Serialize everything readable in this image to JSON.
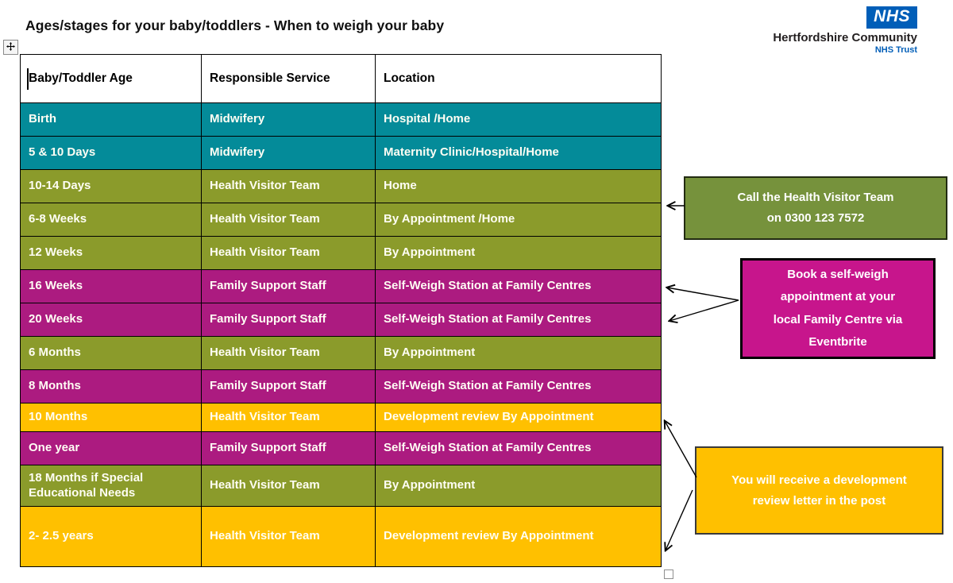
{
  "title": "Ages/stages for your baby/toddlers - When to weigh your baby",
  "logo": {
    "nhs": "NHS",
    "org": "Hertfordshire Community",
    "trust": "NHS Trust"
  },
  "colors": {
    "teal": "#048B99",
    "olive": "#8B9B2B",
    "magenta": "#AC1B80",
    "gold": "#FFC000",
    "callout_green": "#76923C",
    "callout_magenta": "#C7158C",
    "callout_gold": "#FFC000",
    "nhs_blue": "#005EB8"
  },
  "icons": {
    "move_handle": "four-arrow-move-icon",
    "resize_handle": "table-resize-square"
  },
  "table": {
    "headers": [
      "Baby/Toddler Age",
      "Responsible Service",
      "Location"
    ],
    "rows": [
      {
        "age": "Birth",
        "service": "Midwifery",
        "location": "Hospital /Home",
        "color": "teal"
      },
      {
        "age": "5 & 10 Days",
        "service": "Midwifery",
        "location": "Maternity Clinic/Hospital/Home",
        "color": "teal"
      },
      {
        "age": "10-14 Days",
        "service": "Health Visitor Team",
        "location": "Home",
        "color": "olive"
      },
      {
        "age": "6-8 Weeks",
        "service": "Health Visitor Team",
        "location": "By Appointment /Home",
        "color": "olive"
      },
      {
        "age": "12 Weeks",
        "service": "Health Visitor Team",
        "location": "By Appointment",
        "color": "olive"
      },
      {
        "age": "16 Weeks",
        "service": "Family Support Staff",
        "location": "Self-Weigh Station at Family Centres",
        "color": "magenta"
      },
      {
        "age": "20 Weeks",
        "service": "Family Support Staff",
        "location": "Self-Weigh Station at Family Centres",
        "color": "magenta"
      },
      {
        "age": "6 Months",
        "service": "Health Visitor Team",
        "location": "By Appointment",
        "color": "olive"
      },
      {
        "age": "8 Months",
        "service": "Family Support Staff",
        "location": "Self-Weigh Station at Family Centres",
        "color": "magenta"
      },
      {
        "age": "10 Months",
        "service": "Health Visitor Team",
        "location": "Development review By Appointment",
        "color": "gold"
      },
      {
        "age": "One year",
        "service": "Family Support Staff",
        "location": "Self-Weigh Station at Family Centres",
        "color": "magenta"
      },
      {
        "age": "18 Months if Special Educational Needs",
        "service": "Health Visitor Team",
        "location": "By Appointment",
        "color": "olive"
      },
      {
        "age": "2- 2.5 years",
        "service": "Health Visitor Team",
        "location": "Development review By Appointment",
        "color": "gold"
      }
    ]
  },
  "callouts": [
    {
      "id": "health-visitor",
      "color": "callout_green",
      "lines": [
        "Call the Health Visitor Team",
        "on 0300 123 7572"
      ]
    },
    {
      "id": "self-weigh",
      "color": "callout_magenta",
      "lines": [
        "Book a self-weigh",
        "appointment at your",
        "local Family Centre via",
        "Eventbrite"
      ]
    },
    {
      "id": "development-review",
      "color": "callout_gold",
      "lines": [
        "You will receive a development",
        "review letter in the post"
      ]
    }
  ]
}
